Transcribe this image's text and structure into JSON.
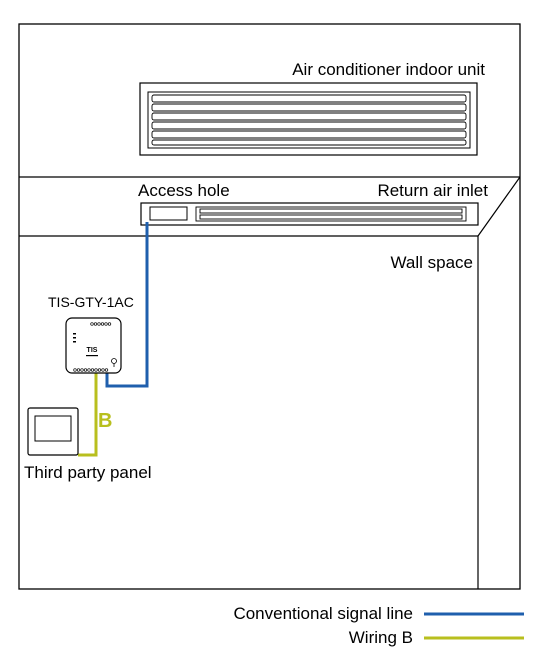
{
  "labels": {
    "ac_unit": "Air conditioner indoor unit",
    "access_hole": "Access hole",
    "return_air": "Return air inlet",
    "wall_space": "Wall space",
    "device": "TIS-GTY-1AC",
    "device_logo": "TIS",
    "wiring_letter": "B",
    "panel": "Third party panel"
  },
  "legend": {
    "items": [
      {
        "label": "Conventional signal line",
        "color": "#1f5fad"
      },
      {
        "label": "Wiring B",
        "color": "#b8bf1e"
      }
    ]
  },
  "colors": {
    "signal_line": "#1f5fad",
    "wiring_b": "#b8bf1e",
    "outline": "#000000"
  }
}
